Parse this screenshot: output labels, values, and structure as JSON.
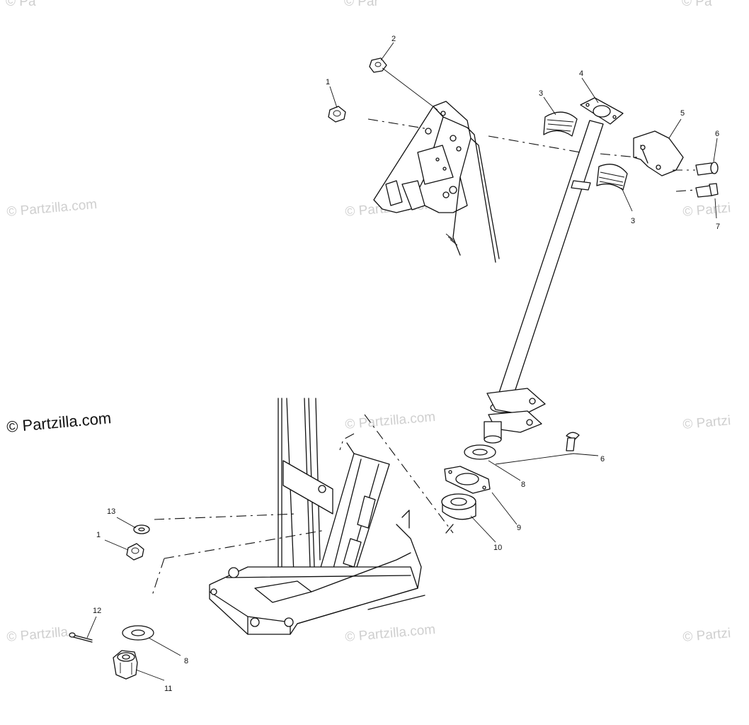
{
  "watermark": {
    "text": "© Partzilla.com",
    "partial_right": "© Partzi",
    "partial_right_2": "© Partzilla",
    "partial_top_a": "© Pa",
    "partial_top_b": "© Par",
    "partial_top_c": "© Pa"
  },
  "callouts": [
    {
      "id": "c1a",
      "label": "1"
    },
    {
      "id": "c2",
      "label": "2"
    },
    {
      "id": "c3a",
      "label": "3"
    },
    {
      "id": "c4",
      "label": "4"
    },
    {
      "id": "c5",
      "label": "5"
    },
    {
      "id": "c6a",
      "label": "6"
    },
    {
      "id": "c3b",
      "label": "3"
    },
    {
      "id": "c7",
      "label": "7"
    },
    {
      "id": "c6b",
      "label": "6"
    },
    {
      "id": "c8a",
      "label": "8"
    },
    {
      "id": "c9",
      "label": "9"
    },
    {
      "id": "c10",
      "label": "10"
    },
    {
      "id": "c13",
      "label": "13"
    },
    {
      "id": "c1b",
      "label": "1"
    },
    {
      "id": "c12",
      "label": "12"
    },
    {
      "id": "c8b",
      "label": "8"
    },
    {
      "id": "c11",
      "label": "11"
    }
  ]
}
